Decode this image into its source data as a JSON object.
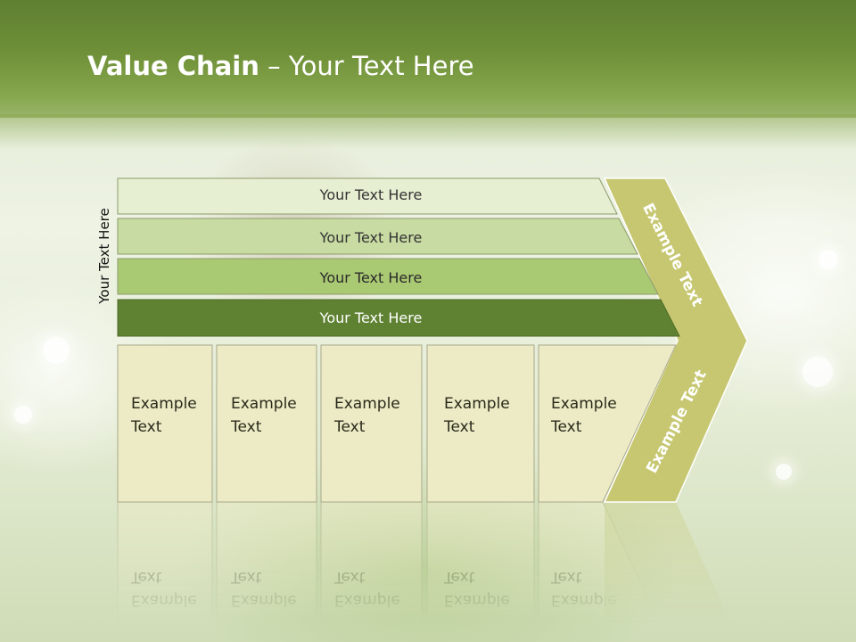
{
  "title": {
    "bold": "Value Chain",
    "rest": " – Your Text Here"
  },
  "side_label": "Your Text Here",
  "bars": [
    {
      "label": "Your Text Here",
      "fill": "#e6efd2",
      "text_color": "#333333"
    },
    {
      "label": "Your Text Here",
      "fill": "#c8dba2",
      "text_color": "#333333"
    },
    {
      "label": "Your Text Here",
      "fill": "#aac973",
      "text_color": "#2a2a2a"
    },
    {
      "label": "Your Text Here",
      "fill": "#5f8232",
      "text_color": "#ffffff"
    }
  ],
  "cells": [
    {
      "line1": "Example",
      "line2": "Text"
    },
    {
      "line1": "Example",
      "line2": "Text"
    },
    {
      "line1": "Example",
      "line2": "Text"
    },
    {
      "line1": "Example",
      "line2": "Text"
    },
    {
      "line1": "Example",
      "line2": "Text"
    }
  ],
  "arrow": {
    "upper": "Example Text",
    "lower": "Example Text",
    "fill": "#c6c770"
  },
  "colors": {
    "cell_fill": "#ecebc6",
    "cell_stroke": "#a9a88a",
    "header": "#6f9038"
  }
}
